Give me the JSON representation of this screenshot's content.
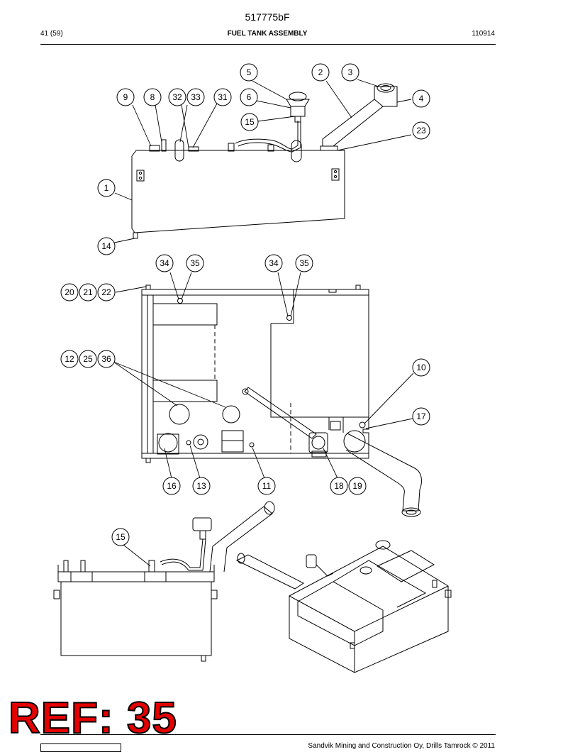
{
  "document": {
    "title": "517775bF",
    "page": "41 (59)",
    "section": "FUEL TANK ASSEMBLY",
    "date_code": "110914"
  },
  "footer": {
    "copyright": "Sandvik Mining and Construction Oy, Drills Tamrock © 2011"
  },
  "stamp": {
    "text": "REF: 35",
    "color": "#e40000"
  },
  "callouts": {
    "c1": "1",
    "c2": "2",
    "c3": "3",
    "c4": "4",
    "c5": "5",
    "c6": "6",
    "c8": "8",
    "c9": "9",
    "c10": "10",
    "c11": "11",
    "c12": "12",
    "c13": "13",
    "c14": "14",
    "c15": "15",
    "c16": "16",
    "c17": "17",
    "c18": "18",
    "c19": "19",
    "c20": "20",
    "c21": "21",
    "c22": "22",
    "c23": "23",
    "c25": "25",
    "c31": "31",
    "c32": "32",
    "c33": "33",
    "c34": "34",
    "c35": "35",
    "c36": "36"
  }
}
